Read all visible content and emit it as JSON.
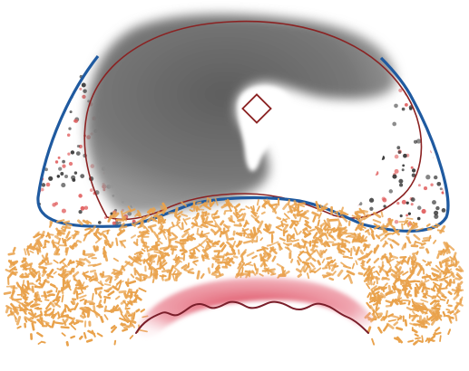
{
  "diagram": {
    "colors": {
      "background": "#ffffff",
      "outer_outline": "#1f5aa0",
      "inner_outline": "#8b2222",
      "gray_mass": "#6e6e6e",
      "dots_dark": "#333333",
      "dots_red": "#e05a5a",
      "speckle": "#e9a24c",
      "crescent": "#d9384e",
      "crescent_edge": "#7a1e2a",
      "diamond": "#8b2222"
    },
    "elements": [
      {
        "id": "outer-outline",
        "kind": "outline"
      },
      {
        "id": "inner-circle",
        "kind": "outline"
      },
      {
        "id": "gray-mass",
        "kind": "shaded-region"
      },
      {
        "id": "diamond-marker",
        "kind": "marker"
      },
      {
        "id": "left-dotted-region",
        "kind": "stippled-region"
      },
      {
        "id": "right-dotted-region",
        "kind": "stippled-region"
      },
      {
        "id": "orange-speckle-band",
        "kind": "textured-band"
      },
      {
        "id": "red-crescent",
        "kind": "shaded-region"
      }
    ]
  }
}
